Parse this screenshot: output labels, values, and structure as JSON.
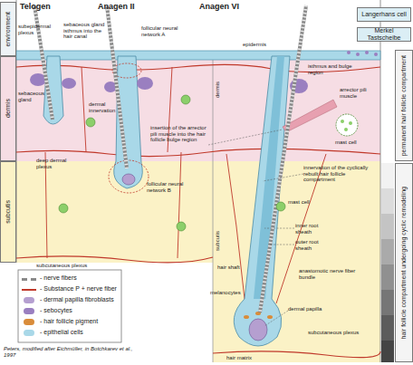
{
  "diagram": {
    "nodes": [
      {
        "text": [
          "environment"
        ]
      },
      {
        "text": [
          "dermis"
        ]
      },
      {
        "text": [
          "subcutis"
        ]
      },
      {
        "text": [
          "Langerhans cell"
        ]
      },
      {
        "text": [
          "Merkel Tastscheibe"
        ]
      },
      {
        "text": [
          "permanent hair follicle compartment"
        ]
      },
      {
        "text": [
          "hair follicle compartment undergoing cyclic remodeling"
        ]
      }
    ],
    "labels": [
      "Telogen",
      "Anagen II",
      "Anagen VI",
      "subepidermal plexus",
      "sebaceous gland isthmus into the hair canal",
      "follicular neural network A",
      "epidermis",
      "sebaceous gland",
      "dermal innervation",
      "deep dermal plexus",
      "follicular neural network B",
      "dermis",
      "isthmus and bulge region",
      "arrector pili muscle",
      "mast cell",
      "insertion of the arrector pili muscle into the hair follicle bulge region",
      "subcutis",
      "innervation of the cyclically rebuilt hair follicle compartment",
      "mast cell",
      "inner root sheath",
      "outer root sheath",
      "hair shaft",
      "anastomotic nerve fiber bundle",
      "melanocytes",
      "dermal papilla",
      "subcutaneous plexus",
      "hair matrix",
      "subcutaneous plexus",
      "Peters, modified after Eichmüller, in Botchkarev et al., 1997"
    ],
    "legend": [
      {
        "text": "- nerve fibers"
      },
      {
        "text": "- Substance P + nerve fiber"
      },
      {
        "text": "- dermal papilla fibroblasts",
        "color": "#b59fd0"
      },
      {
        "text": "- sebocytes",
        "color": "#9a7fc0"
      },
      {
        "text": "- hair follicle pigment",
        "color": "#d98c3a"
      },
      {
        "text": "- epithelial cells",
        "color": "#a9d8e8"
      }
    ]
  }
}
